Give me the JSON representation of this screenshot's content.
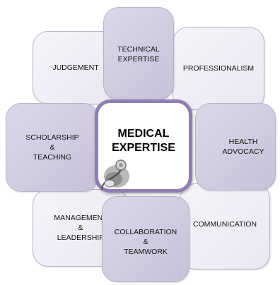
{
  "diagram": {
    "center": {
      "line1": "MEDICAL",
      "line2": "EXPERTISE",
      "icon": "stethoscope-icon"
    },
    "tiles": {
      "judgement": {
        "lines": [
          "JUDGEMENT"
        ]
      },
      "technical": {
        "lines": [
          "TECHNICAL",
          "EXPERTISE"
        ]
      },
      "professionalism": {
        "lines": [
          "PROFESSIONALISM"
        ]
      },
      "scholarship": {
        "lines": [
          "SCHOLARSHIP",
          "&",
          "TEACHING"
        ]
      },
      "health": {
        "lines": [
          "HEALTH",
          "ADVOCACY"
        ]
      },
      "management": {
        "lines": [
          "MANAGEMENT",
          "&",
          "LEADERSHIP"
        ]
      },
      "collaboration": {
        "lines": [
          "COLLABORATION",
          "&",
          "TEAMWORK"
        ]
      },
      "communication": {
        "lines": [
          "COMMUNICATION"
        ]
      }
    },
    "colors": {
      "light_tile": "#eceaf3",
      "dark_tile": "#cfcae0",
      "center_border": "#8e7fb2"
    }
  }
}
